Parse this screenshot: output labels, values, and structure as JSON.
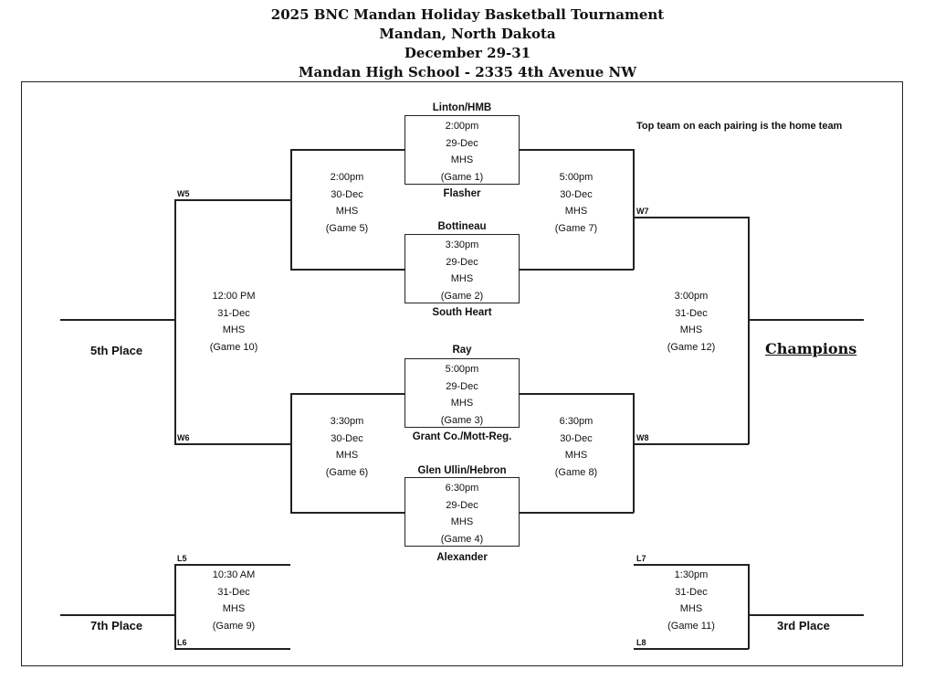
{
  "header": {
    "line1": "2025 BNC Mandan Holiday Basketball Tournament",
    "line2": "Mandan, North Dakota",
    "line3": "December 29-31",
    "line4": "Mandan High School - 2335 4th Avenue NW"
  },
  "note": "Top team on each pairing is the home team",
  "teams": {
    "t1": "Linton/HMB",
    "t2": "Flasher",
    "t3": "Bottineau",
    "t4": "South Heart",
    "t5": "Ray",
    "t6": "Grant Co./Mott-Reg.",
    "t7": "Glen Ullin/Hebron",
    "t8": "Alexander"
  },
  "games": {
    "g1": {
      "time": "2:00pm",
      "date": "29-Dec",
      "site": "MHS",
      "label": "(Game 1)"
    },
    "g2": {
      "time": "3:30pm",
      "date": "29-Dec",
      "site": "MHS",
      "label": "(Game 2)"
    },
    "g3": {
      "time": "5:00pm",
      "date": "29-Dec",
      "site": "MHS",
      "label": "(Game 3)"
    },
    "g4": {
      "time": "6:30pm",
      "date": "29-Dec",
      "site": "MHS",
      "label": "(Game 4)"
    },
    "g5": {
      "time": "2:00pm",
      "date": "30-Dec",
      "site": "MHS",
      "label": "(Game 5)"
    },
    "g6": {
      "time": "3:30pm",
      "date": "30-Dec",
      "site": "MHS",
      "label": "(Game 6)"
    },
    "g7": {
      "time": "5:00pm",
      "date": "30-Dec",
      "site": "MHS",
      "label": "(Game 7)"
    },
    "g8": {
      "time": "6:30pm",
      "date": "30-Dec",
      "site": "MHS",
      "label": "(Game 8)"
    },
    "g9": {
      "time": "10:30 AM",
      "date": "31-Dec",
      "site": "MHS",
      "label": "(Game 9)"
    },
    "g10": {
      "time": "12:00 PM",
      "date": "31-Dec",
      "site": "MHS",
      "label": "(Game 10)"
    },
    "g11": {
      "time": "1:30pm",
      "date": "31-Dec",
      "site": "MHS",
      "label": "(Game 11)"
    },
    "g12": {
      "time": "3:00pm",
      "date": "31-Dec",
      "site": "MHS",
      "label": "(Game 12)"
    }
  },
  "slots": {
    "w5": "W5",
    "w6": "W6",
    "w7": "W7",
    "w8": "W8",
    "l5": "L5",
    "l6": "L6",
    "l7": "L7",
    "l8": "L8"
  },
  "placements": {
    "fifth": "5th Place",
    "seventh": "7th Place",
    "third": "3rd Place",
    "champions": "Champions"
  }
}
